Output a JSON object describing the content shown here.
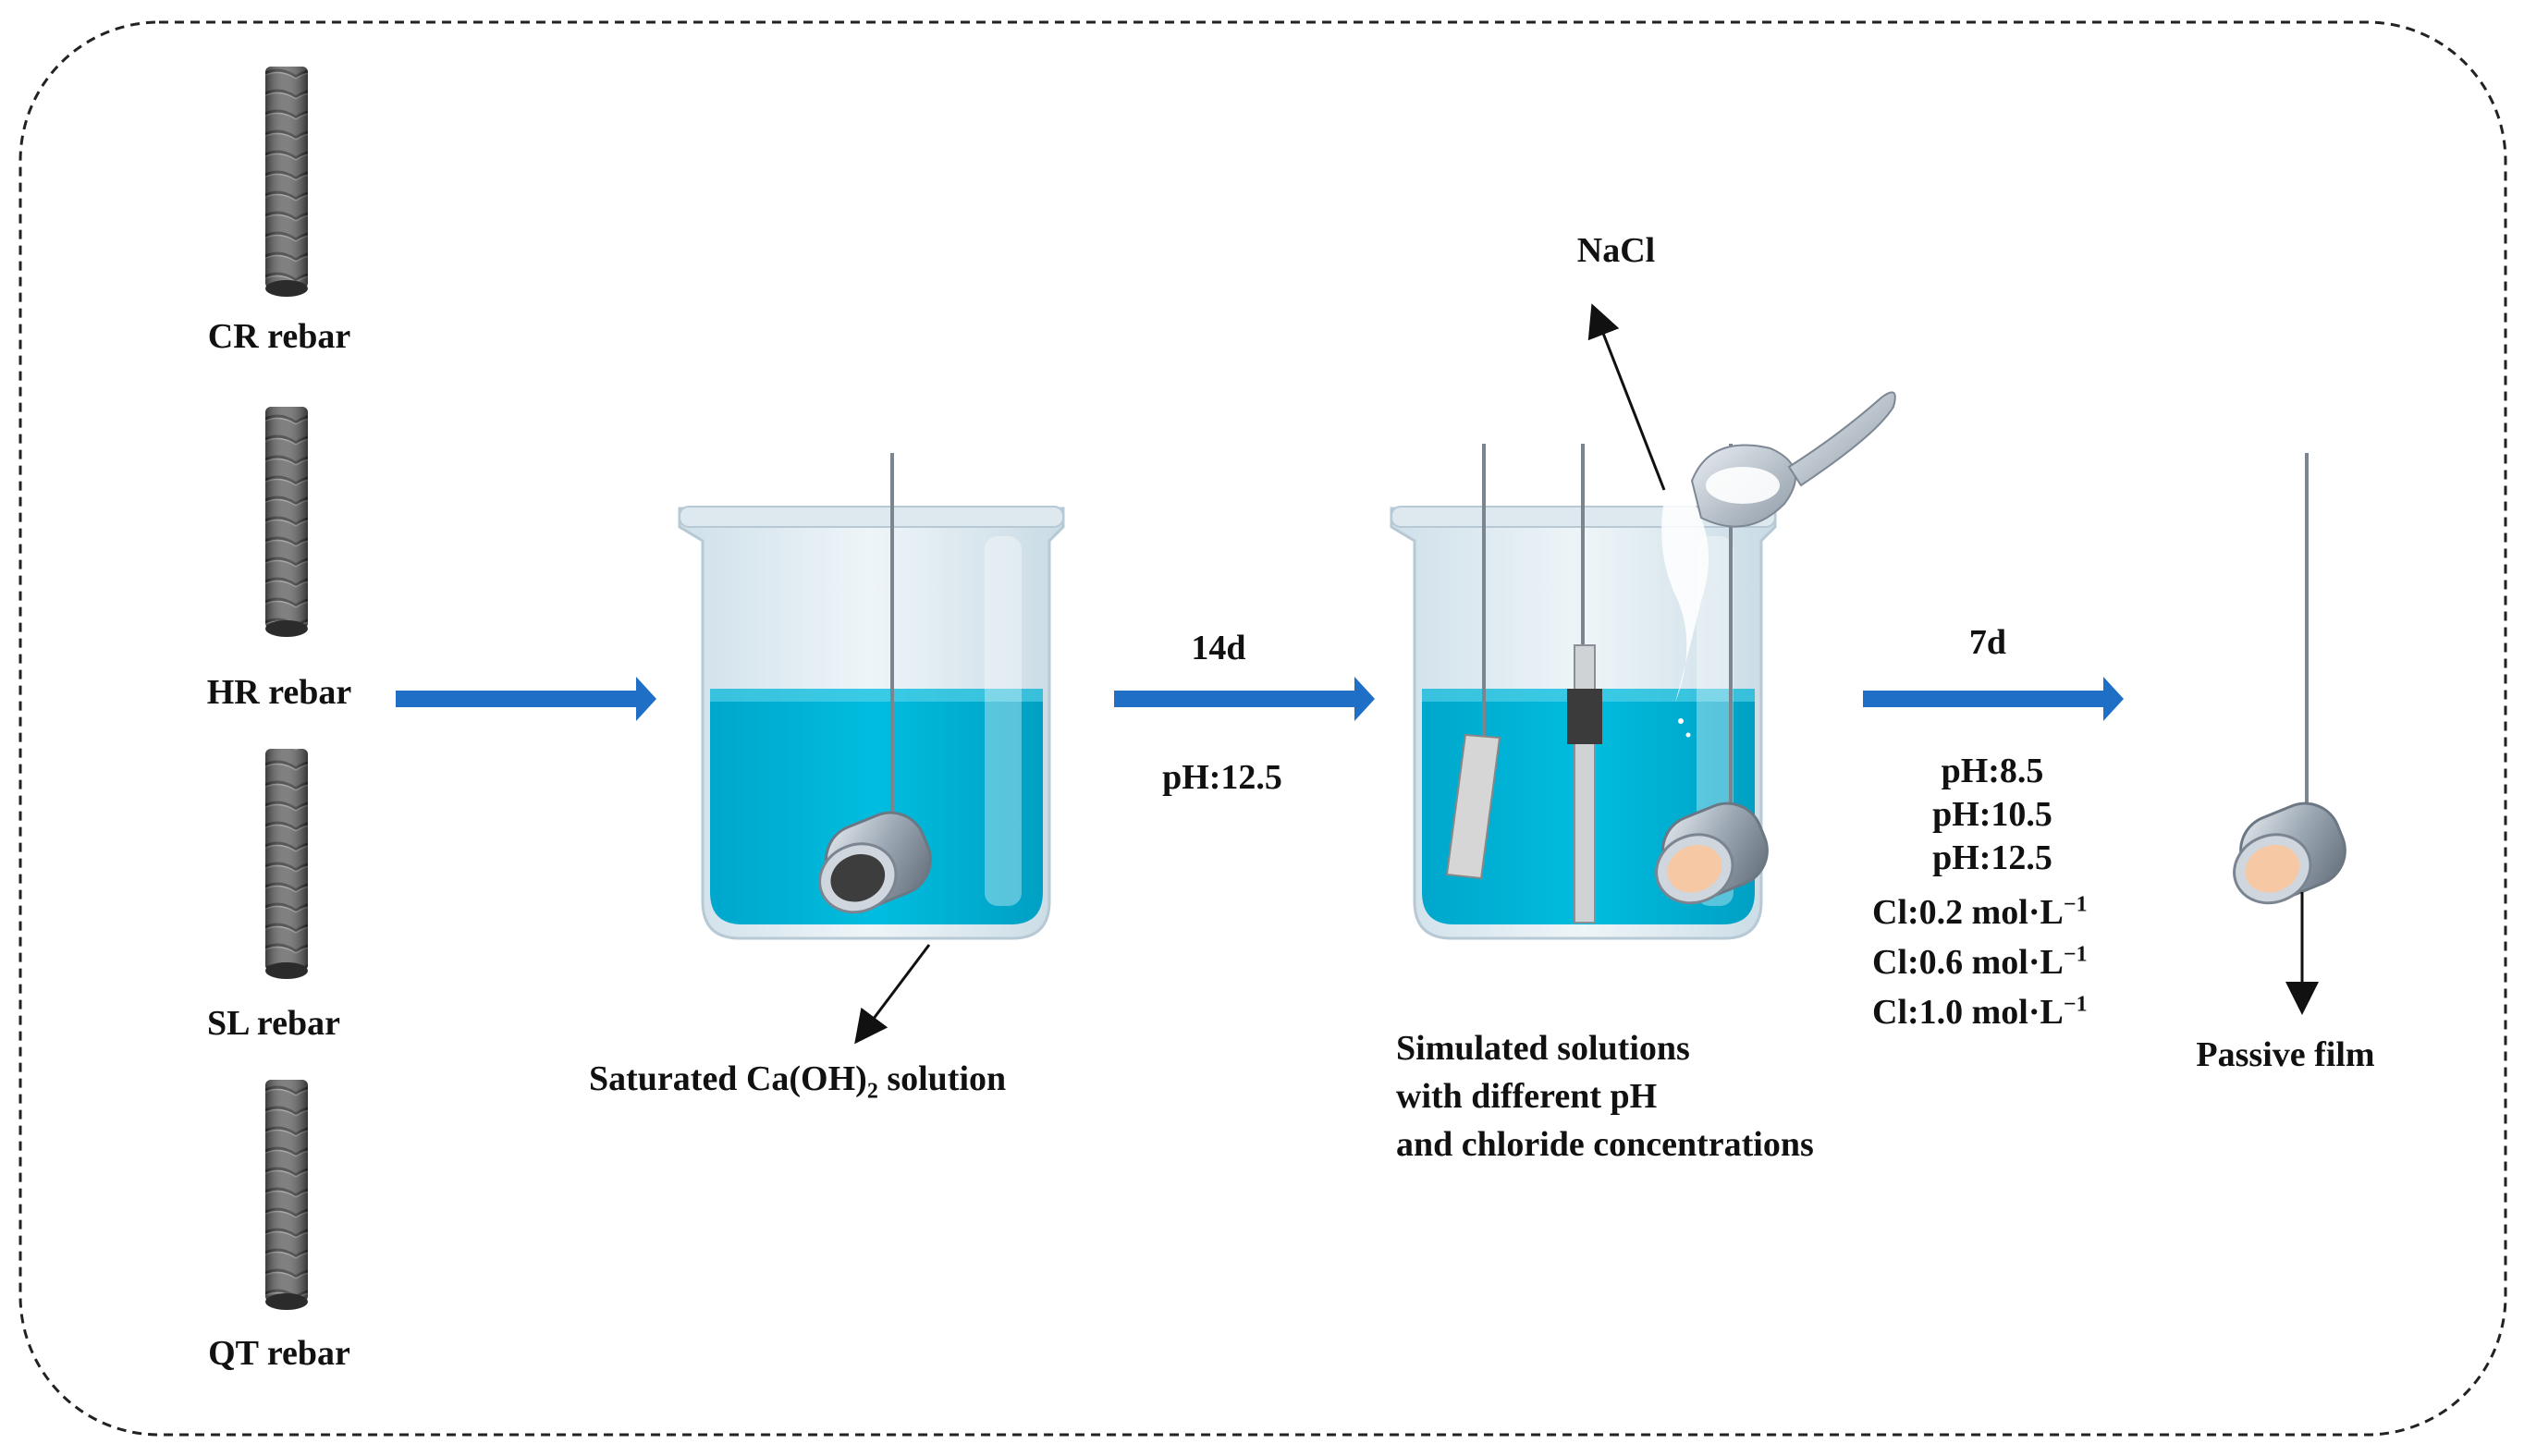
{
  "rebars": [
    {
      "label": "CR rebar"
    },
    {
      "label": "HR rebar"
    },
    {
      "label": "SL rebar"
    },
    {
      "label": "QT rebar"
    }
  ],
  "step1": {
    "solution_label": "Saturated Ca(OH)",
    "solution_sub": "2",
    "solution_suffix": " solution"
  },
  "step2": {
    "arrow_top": "14d",
    "arrow_bottom": "pH:12.5",
    "reagent": "NaCl",
    "caption": [
      "Simulated solutions",
      "with different pH",
      "and chloride concentrations"
    ]
  },
  "step3": {
    "arrow_top": "7d",
    "ph_values": [
      "pH:8.5",
      "pH:10.5",
      "pH:12.5"
    ],
    "cl_prefix": "Cl:",
    "cl_values": [
      {
        "value": "0.2 mol·L",
        "exp": "−1"
      },
      {
        "value": "0.6 mol·L",
        "exp": "−1"
      },
      {
        "value": "1.0 mol·L",
        "exp": "−1"
      }
    ],
    "result": "Passive film"
  },
  "colors": {
    "water": "#00b4d6",
    "water_dark": "#0096b8",
    "arrow": "#1f6fc7",
    "rebar": "#5a5a5a",
    "film": "#f7c8a4"
  }
}
